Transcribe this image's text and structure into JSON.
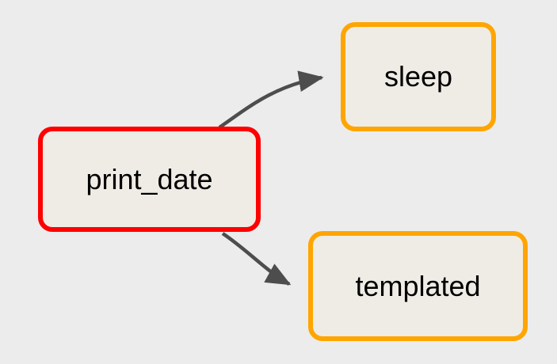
{
  "diagram": {
    "type": "directed-graph",
    "background_color": "#ececec",
    "node_fill_color": "#efece5",
    "edge_color": "#4d4d4d",
    "nodes": [
      {
        "id": "print_date",
        "label": "print_date",
        "border_color": "#ff0000",
        "state": "failed",
        "shape": "rounded-rectangle"
      },
      {
        "id": "sleep",
        "label": "sleep",
        "border_color": "#ffa500",
        "state": "running",
        "shape": "rounded-rectangle"
      },
      {
        "id": "templated",
        "label": "templated",
        "border_color": "#ffa500",
        "state": "running",
        "shape": "rounded-rectangle"
      }
    ],
    "edges": [
      {
        "id": "edge-print-date-sleep",
        "from": "print_date",
        "to": "sleep",
        "arrow": "triangle"
      },
      {
        "id": "edge-print-date-templated",
        "from": "print_date",
        "to": "templated",
        "arrow": "triangle"
      }
    ]
  }
}
